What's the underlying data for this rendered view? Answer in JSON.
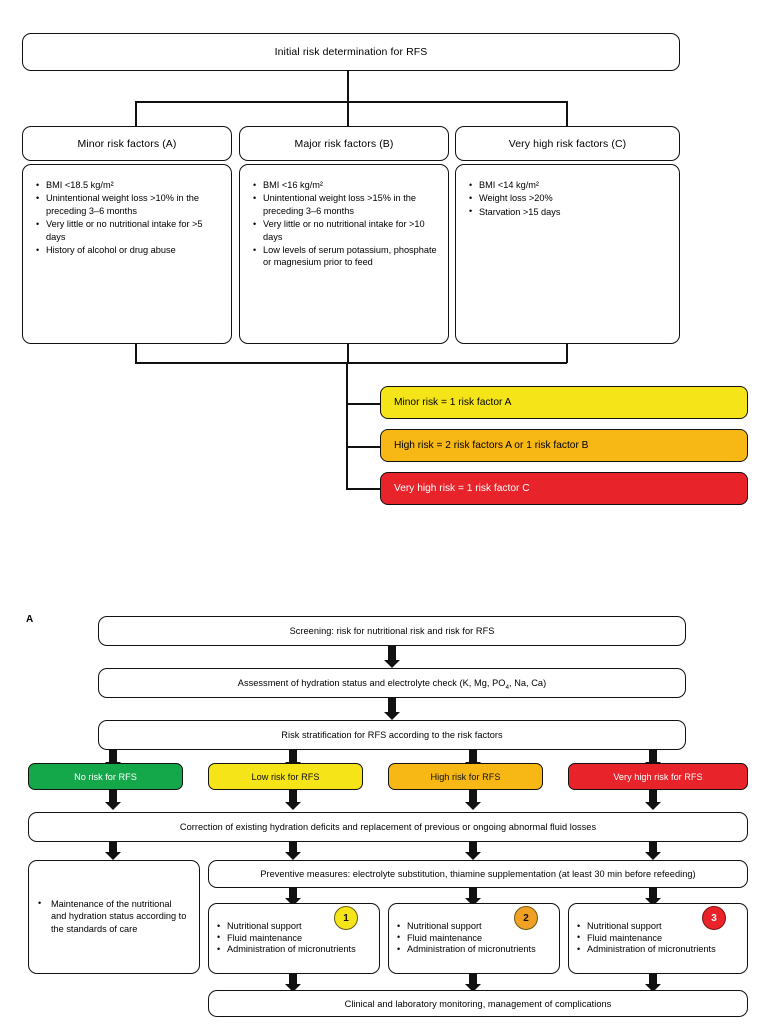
{
  "figure": {
    "panel_b": {
      "root": {
        "label": "Initial risk determination for RFS"
      },
      "columns": [
        {
          "header": "Minor risk factors (A)",
          "items": [
            "BMI <18.5 kg/m²",
            "Unintentional weight loss >10% in the preceding 3–6 months",
            "Very little or no nutritional intake for >5 days",
            "History of alcohol or drug abuse"
          ]
        },
        {
          "header": "Major risk factors (B)",
          "items": [
            "BMI <16 kg/m²",
            "Unintentional weight loss >15% in the preceding 3–6 months",
            "Very little or no nutritional intake for >10 days",
            "Low levels of serum potassium, phosphate or magnesium prior to feed"
          ]
        },
        {
          "header": "Very high risk factors (C)",
          "items": [
            "BMI <14 kg/m²",
            "Weight loss >20%",
            "Starvation >15 days"
          ]
        }
      ],
      "results": [
        {
          "label": "Minor risk = 1 risk factor A",
          "color": "#F5E518"
        },
        {
          "label": "High risk = 2 risk factors A or 1 risk factor B",
          "color": "#F7B816"
        },
        {
          "label": "Very high risk = 1 risk factor C",
          "color": "#E8232A"
        }
      ]
    },
    "panel_a": {
      "letter": "A",
      "steps": {
        "screening": "Screening: risk for nutritional risk and risk for RFS",
        "assessment_prefix": "Assessment of hydration status and electrolyte check (K, Mg, PO",
        "assessment_sub": "4",
        "assessment_suffix": ", Na, Ca)",
        "stratification": "Risk stratification for RFS according to the risk factors",
        "correction": "Correction of existing hydration deficits and replacement of previous or ongoing abnormal fluid losses",
        "preventive": "Preventive measures: electrolyte substitution, thiamine supplementation (at least 30 min before refeeding)",
        "monitoring": "Clinical and laboratory monitoring, management of complications"
      },
      "risk_levels": [
        {
          "label": "No risk for RFS",
          "color": "#14A84B",
          "text_color": "#ffffff"
        },
        {
          "label": "Low risk for RFS",
          "color": "#F5E518",
          "text_color": "#111111"
        },
        {
          "label": "High risk for RFS",
          "color": "#F7B816",
          "text_color": "#111111"
        },
        {
          "label": "Very high risk for RFS",
          "color": "#E8232A",
          "text_color": "#ffffff"
        }
      ],
      "maintenance": {
        "items": [
          "Maintenance of the nutritional and hydration status according to the standards of care"
        ]
      },
      "support_boxes": [
        {
          "badge": "1",
          "badge_color": "#F5E518",
          "items": [
            "Nutritional support",
            "Fluid maintenance",
            "Administration of micronutrients"
          ]
        },
        {
          "badge": "2",
          "badge_color": "#F0A024",
          "items": [
            "Nutritional support",
            "Fluid maintenance",
            "Administration of micronutrients"
          ]
        },
        {
          "badge": "3",
          "badge_color": "#E8232A",
          "items": [
            "Nutritional support",
            "Fluid maintenance",
            "Administration of micronutrients"
          ]
        }
      ]
    }
  }
}
